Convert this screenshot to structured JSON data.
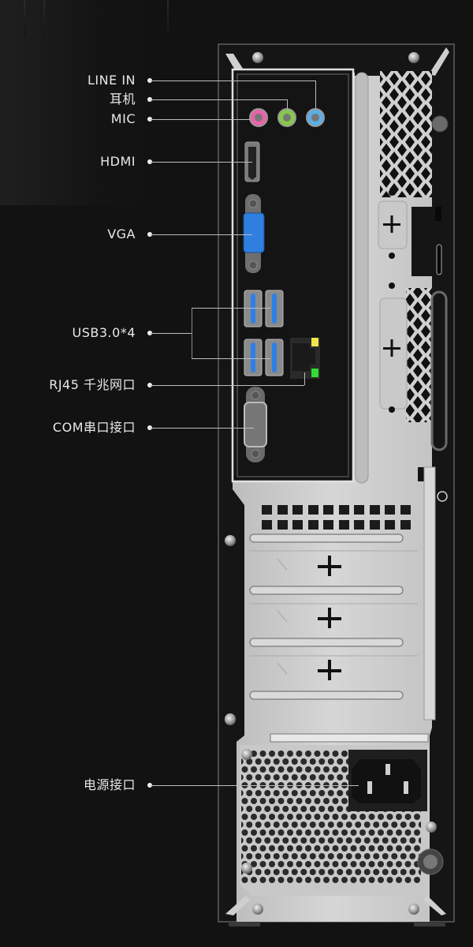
{
  "callouts": [
    {
      "id": "line-in",
      "label": "LINE IN"
    },
    {
      "id": "headphone",
      "label": "耳机"
    },
    {
      "id": "mic",
      "label": "MIC"
    },
    {
      "id": "hdmi",
      "label": "HDMI"
    },
    {
      "id": "vga",
      "label": "VGA"
    },
    {
      "id": "usb",
      "label": "USB3.0*4"
    },
    {
      "id": "rj45",
      "label": "RJ45 千兆网口"
    },
    {
      "id": "com",
      "label": "COM串口接口"
    },
    {
      "id": "power",
      "label": "电源接口"
    }
  ],
  "colors": {
    "background": "#121212",
    "chassis_metal": "#cfcfcf",
    "io_panel": "#141414",
    "audio_pink": "#e864a8",
    "audio_green": "#86c94a",
    "audio_blue": "#5aaee6",
    "vga_blue": "#2f7fe0",
    "usb_blue": "#2d7fe6",
    "led_yellow": "#f2e64a",
    "led_green": "#33dd33",
    "label_text": "#e8e8e8"
  }
}
